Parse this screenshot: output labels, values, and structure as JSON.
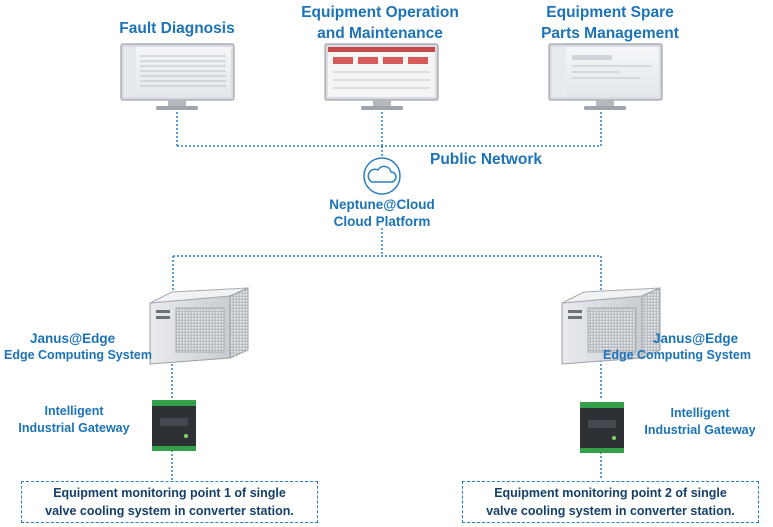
{
  "apps": {
    "fault_diagnosis": "Fault Diagnosis",
    "operation_line1": "Equipment Operation",
    "operation_line2": "and Maintenance",
    "spare_line1": "Equipment Spare",
    "spare_line2": "Parts Management"
  },
  "network": {
    "label": "Public Network"
  },
  "cloud": {
    "line1": "Neptune@Cloud",
    "line2": "Cloud Platform"
  },
  "edge": {
    "name": "Janus@Edge",
    "subtitle": "Edge Computing System"
  },
  "gateway": {
    "line1": "Intelligent",
    "line2": "Industrial Gateway"
  },
  "points": {
    "point1_line1": "Equipment monitoring point 1 of single",
    "point1_line2": "valve cooling system in converter station.",
    "point2_line1": "Equipment monitoring point 2 of single",
    "point2_line2": "valve cooling system in converter station."
  },
  "colors": {
    "accent": "#1c73b7",
    "line": "#2a7fc0",
    "dark_text": "#15406a"
  }
}
